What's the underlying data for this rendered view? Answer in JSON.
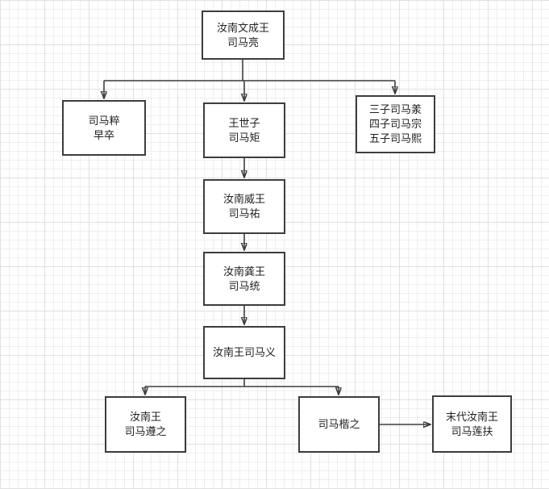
{
  "diagram": {
    "nodes": [
      {
        "id": "sima-liang",
        "label": "汝南文成王\n司马亮"
      },
      {
        "id": "sima-cui",
        "label": "司马粹\n早卒"
      },
      {
        "id": "sima-ju",
        "label": "王世子\n司马矩"
      },
      {
        "id": "sons-3-4-5",
        "label": "三子司马羕\n四子司马宗\n五子司马熙"
      },
      {
        "id": "sima-you",
        "label": "汝南威王\n司马祐"
      },
      {
        "id": "sima-tong",
        "label": "汝南龚王\n司马统"
      },
      {
        "id": "sima-yi",
        "label": "汝南王司马义"
      },
      {
        "id": "sima-zunzhi",
        "label": "汝南王\n司马遵之"
      },
      {
        "id": "sima-kaizhi",
        "label": "司马楷之"
      },
      {
        "id": "sima-lianfu",
        "label": "末代汝南王\n司马莲扶"
      }
    ],
    "edges": [
      {
        "from": "sima-liang",
        "to": "sima-cui"
      },
      {
        "from": "sima-liang",
        "to": "sima-ju"
      },
      {
        "from": "sima-liang",
        "to": "sons-3-4-5"
      },
      {
        "from": "sima-ju",
        "to": "sima-you"
      },
      {
        "from": "sima-you",
        "to": "sima-tong"
      },
      {
        "from": "sima-tong",
        "to": "sima-yi"
      },
      {
        "from": "sima-yi",
        "to": "sima-zunzhi"
      },
      {
        "from": "sima-yi",
        "to": "sima-kaizhi"
      },
      {
        "from": "sima-kaizhi",
        "to": "sima-lianfu"
      }
    ],
    "colors": {
      "line": "#3d3d3d",
      "node_border": "#3d3d3d",
      "node_fill": "#ffffff",
      "grid": "#e8e8e8"
    }
  }
}
